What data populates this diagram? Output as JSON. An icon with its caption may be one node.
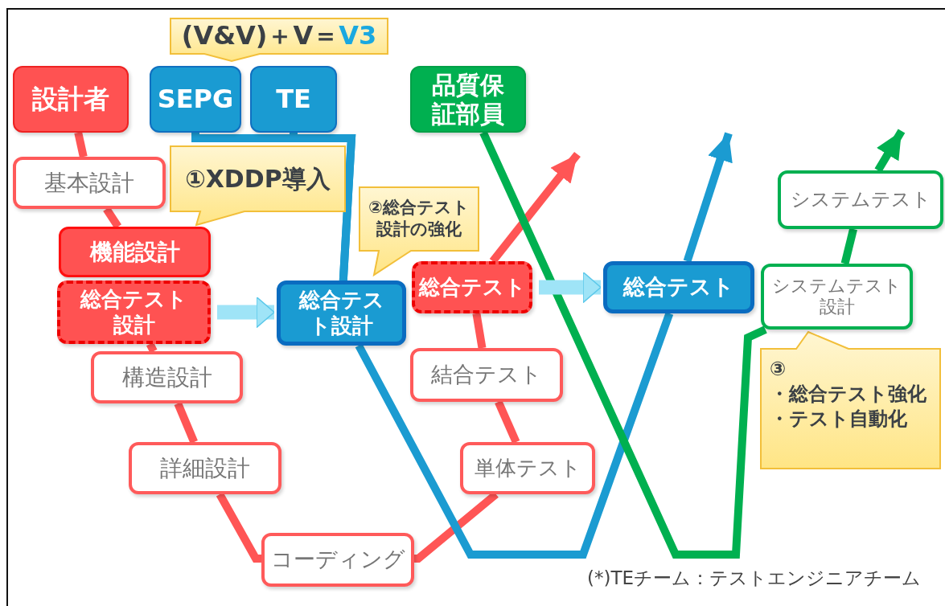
{
  "diagram": {
    "nodes": [
      {
        "text": [
          "設計者"
        ]
      },
      {
        "text": [
          "SEPG"
        ]
      },
      {
        "text": [
          "TE"
        ]
      },
      {
        "text": [
          "品質保証部員"
        ]
      },
      {
        "text": [
          "(V&V)＋V＝",
          "V3"
        ]
      },
      {
        "text": [
          "①XDDP導入"
        ]
      },
      {
        "text": [
          "②総合テスト設計の強化"
        ]
      },
      {
        "text": [
          "③",
          "・総合テスト強化",
          "・テスト自動化"
        ]
      },
      {
        "text": [
          "基本設計"
        ]
      },
      {
        "text": [
          "機能設計"
        ]
      },
      {
        "text": [
          "総合テスト設計"
        ]
      },
      {
        "text": [
          "構造設計"
        ]
      },
      {
        "text": [
          "詳細設計"
        ]
      },
      {
        "text": [
          "コーディング"
        ]
      },
      {
        "text": [
          "単体テスト"
        ]
      },
      {
        "text": [
          "結合テスト"
        ]
      },
      {
        "text": [
          "総合テスト"
        ]
      },
      {
        "text": [
          "総合テスト設計"
        ]
      },
      {
        "text": [
          "総合テスト"
        ]
      },
      {
        "text": [
          "システムテスト設計"
        ]
      },
      {
        "text": [
          "システムテスト"
        ]
      }
    ],
    "edges": [
      {
        "from": 0,
        "to": 8,
        "arrow": "none"
      },
      {
        "from": 8,
        "to": 9,
        "arrow": "none"
      },
      {
        "from": 10,
        "to": 11,
        "arrow": "none"
      },
      {
        "from": 11,
        "to": 12,
        "arrow": "none"
      },
      {
        "from": 12,
        "to": 13,
        "arrow": "none"
      },
      {
        "from": 13,
        "to": 14,
        "arrow": "none"
      },
      {
        "from": 14,
        "to": 15,
        "arrow": "none"
      },
      {
        "from": 15,
        "to": 16,
        "arrow": "none"
      },
      {
        "from": 16,
        "to": null,
        "arrow": "to"
      },
      {
        "from": 1,
        "to": 17,
        "arrow": "none",
        "color": "#1b9bd1"
      },
      {
        "from": 2,
        "to": 17,
        "arrow": "none",
        "color": "#1b9bd1"
      },
      {
        "from": 17,
        "to": 18,
        "arrow": "none",
        "color": "#1b9bd1"
      },
      {
        "from": 18,
        "to": null,
        "arrow": "to",
        "color": "#1b9bd1"
      },
      {
        "from": 3,
        "to": 19,
        "arrow": "none",
        "color": "#00b050"
      },
      {
        "from": 19,
        "to": 20,
        "arrow": "none",
        "color": "#00b050"
      },
      {
        "from": 20,
        "to": null,
        "arrow": "to",
        "color": "#00b050"
      },
      {
        "from": 10,
        "to": 17,
        "arrow": "to",
        "style": "thick",
        "color": "#9fe4f7"
      },
      {
        "from": 16,
        "to": 18,
        "arrow": "to",
        "style": "thick",
        "color": "#9fe4f7"
      }
    ],
    "labels": [
      "(*)TEチーム：テストエンジニアチーム"
    ]
  }
}
